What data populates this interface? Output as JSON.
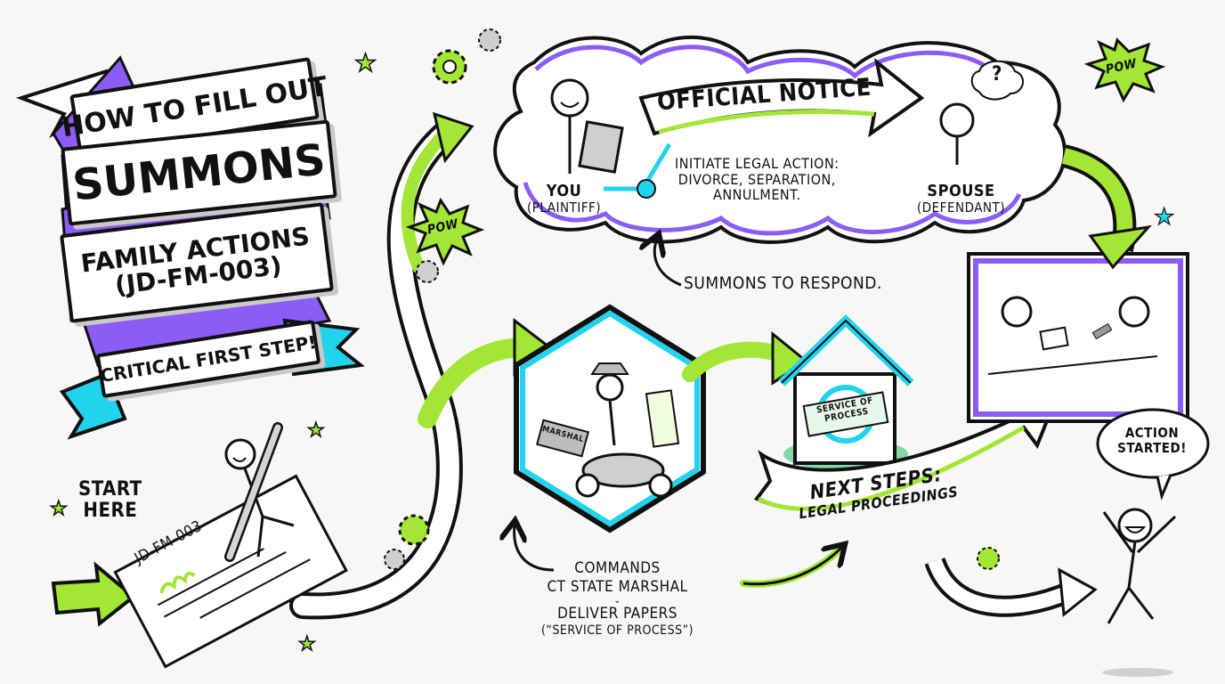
{
  "title_banner": {
    "line1": "How to fill out",
    "line2": "Summons",
    "line3": "Family Actions",
    "line4": "(JD-FM-003)",
    "tagline": "Critical first step!"
  },
  "start": {
    "label_line1": "Start",
    "label_line2": "Here",
    "form_id": "JD-FM-003"
  },
  "notice_cloud": {
    "arrow_label": "Official Notice",
    "plaintiff_label": "You",
    "plaintiff_role": "(Plaintiff)",
    "defendant_label": "Spouse",
    "defendant_role": "(Defendant)",
    "action_line1": "Initiate legal action:",
    "action_line2": "Divorce, Separation,",
    "action_line3": "Annulment.",
    "thought_symbol": "?"
  },
  "summons_note": "Summons to respond.",
  "marshal": {
    "briefcase_label": "Marshal",
    "caption_line1": "Commands",
    "caption_line2": "CT State Marshal",
    "caption_line3": "Deliver papers",
    "caption_line4": "(“Service of Process”)"
  },
  "house": {
    "stamp_line1": "Service of",
    "stamp_line2": "Process"
  },
  "next_steps": {
    "line1": "Next steps:",
    "line2": "Legal proceedings"
  },
  "outcome": {
    "speech": "Action started!"
  },
  "bursts": [
    "POW",
    "POW"
  ],
  "colors": {
    "purple": "#8b5cf6",
    "green": "#a3e635",
    "cyan": "#22d3ee",
    "ink": "#111111",
    "shadow": "#c9c9c9",
    "background": "#f7f7f6"
  }
}
